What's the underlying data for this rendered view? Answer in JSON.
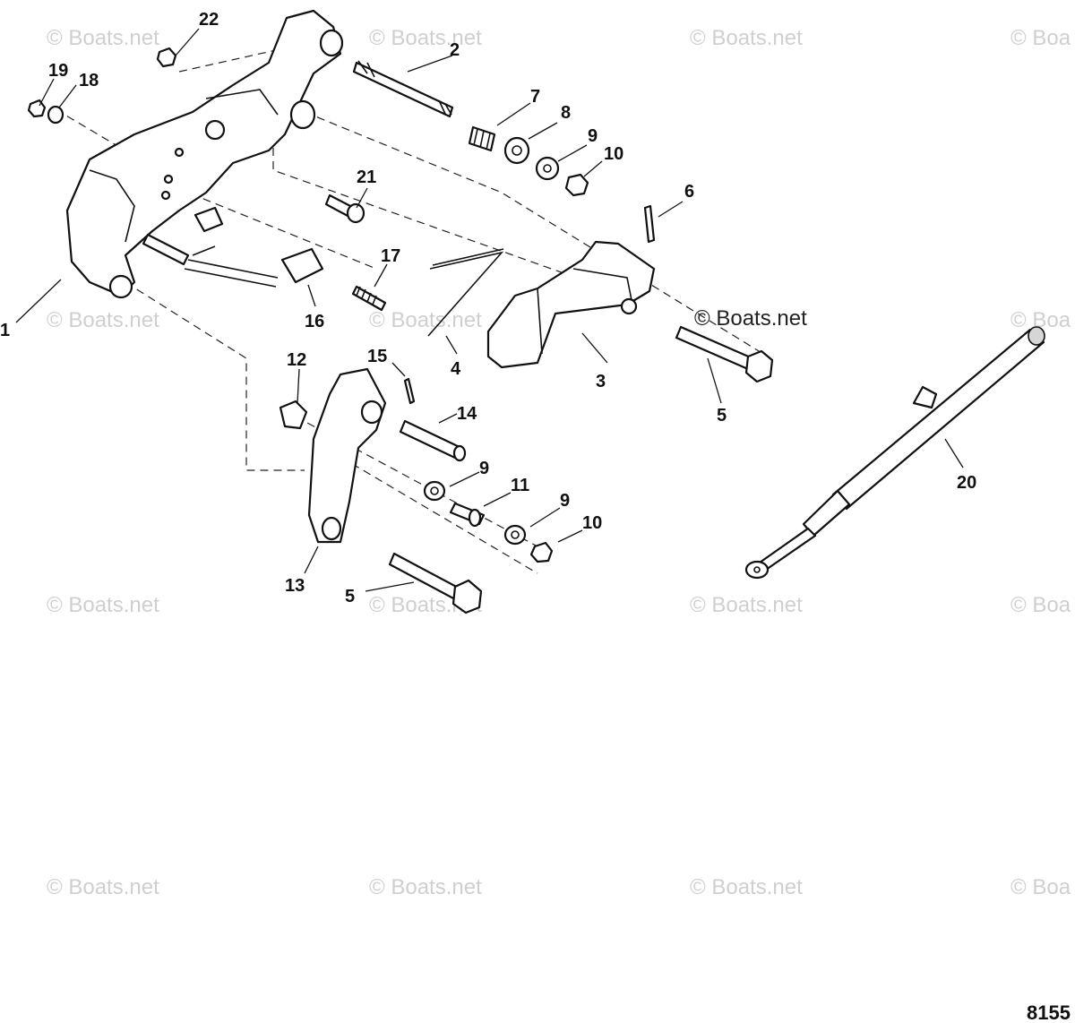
{
  "diagram": {
    "callouts": [
      {
        "id": "1",
        "label": "1"
      },
      {
        "id": "2",
        "label": "2"
      },
      {
        "id": "3",
        "label": "3"
      },
      {
        "id": "4",
        "label": "4"
      },
      {
        "id": "5a",
        "label": "5"
      },
      {
        "id": "5b",
        "label": "5"
      },
      {
        "id": "6",
        "label": "6"
      },
      {
        "id": "7",
        "label": "7"
      },
      {
        "id": "8",
        "label": "8"
      },
      {
        "id": "9a",
        "label": "9"
      },
      {
        "id": "9b",
        "label": "9"
      },
      {
        "id": "9c",
        "label": "9"
      },
      {
        "id": "10a",
        "label": "10"
      },
      {
        "id": "10b",
        "label": "10"
      },
      {
        "id": "11",
        "label": "11"
      },
      {
        "id": "12",
        "label": "12"
      },
      {
        "id": "13",
        "label": "13"
      },
      {
        "id": "14",
        "label": "14"
      },
      {
        "id": "15",
        "label": "15"
      },
      {
        "id": "16",
        "label": "16"
      },
      {
        "id": "17",
        "label": "17"
      },
      {
        "id": "18",
        "label": "18"
      },
      {
        "id": "19",
        "label": "19"
      },
      {
        "id": "20",
        "label": "20"
      },
      {
        "id": "21",
        "label": "21"
      },
      {
        "id": "22",
        "label": "22"
      }
    ],
    "watermark": "© Boats.net",
    "watermark_cut": "© Boa",
    "figure_code": "8155"
  }
}
